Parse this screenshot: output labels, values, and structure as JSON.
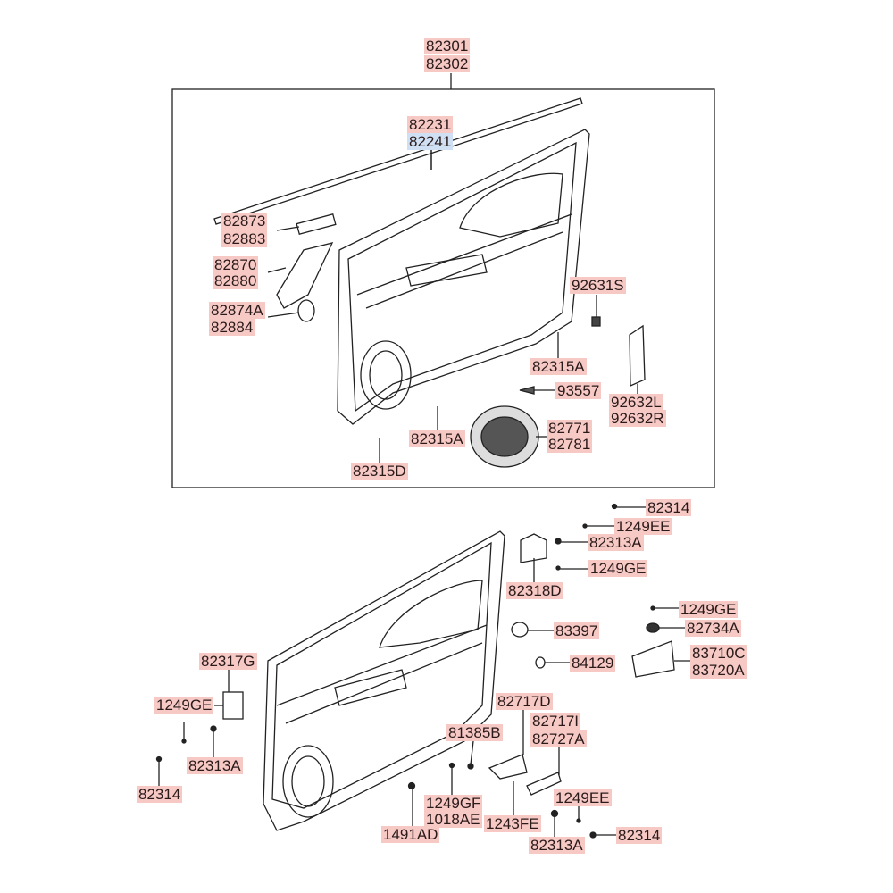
{
  "diagram": {
    "highlight_color": "#cfe0f5",
    "label_color": "#f6c9c5",
    "labels": [
      "82301",
      "82302",
      "82231",
      "82241",
      "82873",
      "82883",
      "82870",
      "82880",
      "82874A",
      "82884",
      "92631S",
      "82315A",
      "93557",
      "92632L",
      "92632R",
      "82771",
      "82781",
      "82315A",
      "82315D",
      "82314",
      "1249EE",
      "82313A",
      "1249GE",
      "82318D",
      "1249GE",
      "82734A",
      "83397",
      "83710C",
      "83720A",
      "84129",
      "82317G",
      "1249GE",
      "82717D",
      "82717I",
      "82727A",
      "81385B",
      "82313A",
      "82314",
      "1249GF",
      "1018AE",
      "1249EE",
      "1243FE",
      "1491AD",
      "82313A",
      "82314"
    ]
  }
}
